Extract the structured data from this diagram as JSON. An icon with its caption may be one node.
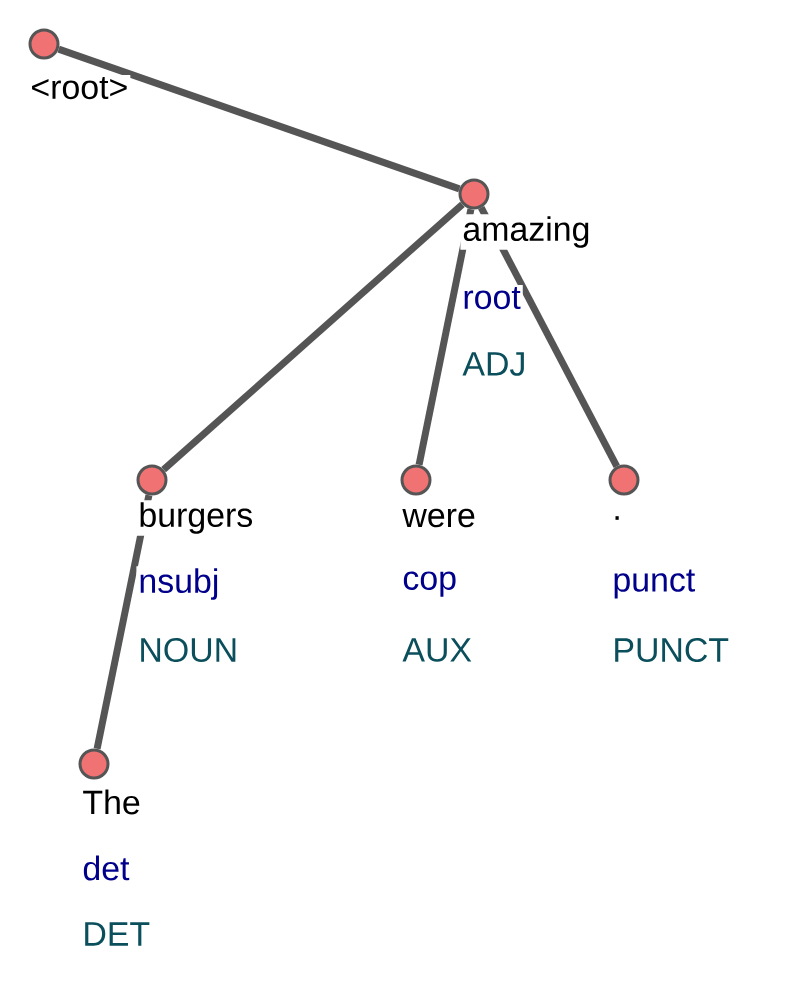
{
  "diagram": {
    "nodes": [
      {
        "text": [],
        "shape": "circle",
        "beside": [
          "<root>"
        ]
      },
      {
        "text": [],
        "shape": "circle",
        "beside": [
          "amazing",
          "root",
          "ADJ"
        ]
      },
      {
        "text": [],
        "shape": "circle",
        "beside": [
          "burgers",
          "nsubj",
          "NOUN"
        ]
      },
      {
        "text": [],
        "shape": "circle",
        "beside": [
          "were",
          "cop",
          "AUX"
        ]
      },
      {
        "text": [],
        "shape": "circle",
        "beside": [
          ".",
          "punct",
          "PUNCT"
        ]
      },
      {
        "text": [],
        "shape": "circle",
        "beside": [
          "The",
          "det",
          "DET"
        ]
      }
    ],
    "edges": [
      {
        "from": 0,
        "to": 1,
        "arrow": "none"
      },
      {
        "from": 1,
        "to": 2,
        "arrow": "none"
      },
      {
        "from": 1,
        "to": 3,
        "arrow": "none"
      },
      {
        "from": 1,
        "to": 4,
        "arrow": "none"
      },
      {
        "from": 2,
        "to": 5,
        "arrow": "none"
      }
    ]
  }
}
